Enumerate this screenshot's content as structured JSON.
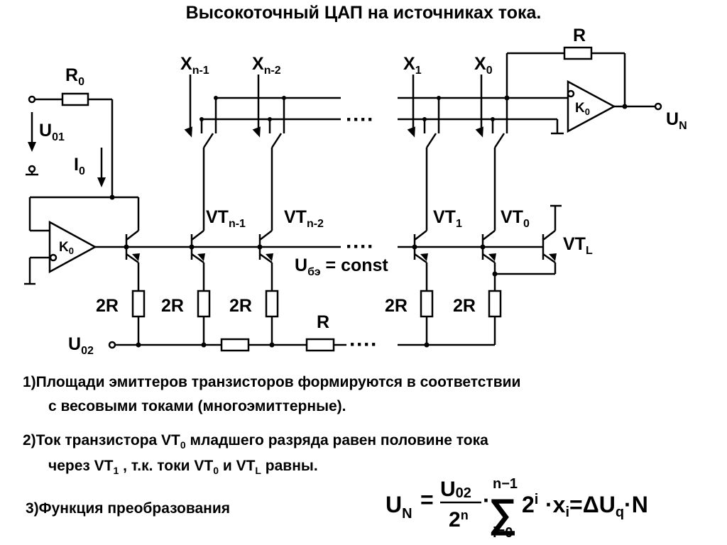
{
  "title": "Высокоточный ЦАП  на источниках тока.",
  "labels": {
    "R0": "R",
    "R0_sub": "0",
    "U01": "U",
    "U01_sub": "01",
    "I0": "I",
    "I0_sub": "0",
    "K0_left": "K",
    "K0_left_sub": "0",
    "K0_right": "K",
    "K0_right_sub": "0",
    "R_fb": "R",
    "UN": "U",
    "UN_sub": "N",
    "Xn1": "X",
    "Xn1_sub": "n-1",
    "Xn2": "X",
    "Xn2_sub": "n-2",
    "X1": "X",
    "X1_sub": "1",
    "X0": "X",
    "X0_sub": "0",
    "VTn1": "VT",
    "VTn1_sub": "n-1",
    "VTn2": "VT",
    "VTn2_sub": "n-2",
    "VT1": "VT",
    "VT1_sub": "1",
    "VT0": "VT",
    "VT0_sub": "0",
    "VTL": "VT",
    "VTL_sub": "L",
    "Ube": "U",
    "Ube_sub": "бэ",
    "Ube_rest": " = const",
    "r2R": "2R",
    "R_ladder": "R",
    "U02": "U",
    "U02_sub": "02",
    "dots": "····"
  },
  "notes": {
    "n1_line1": "1)Площади эмиттеров транзисторов формируются в соответствии",
    "n1_line2": "с весовыми  токами  (многоэмиттерные).",
    "n2_line1_a": "2)Ток транзистора VT",
    "n2_line1_sub": "0",
    "n2_line1_b": "  младшего разряда равен половине тока",
    "n2_line2_a": "через VT",
    "n2_line2_sub1": "1",
    "n2_line2_b": " , т.к. токи VT",
    "n2_line2_sub2": "0",
    "n2_line2_c": " и VT",
    "n2_line2_sub3": "L",
    "n2_line2_d": " равны.",
    "n3": "3)Функция преобразования"
  },
  "formula": {
    "lhs": "U",
    "lhs_sub": "N",
    "eq": "=",
    "num": "U",
    "num_sub": "02",
    "den": "2",
    "den_sup": "n",
    "dot": "·",
    "upper": "n−1",
    "sigma": "∑",
    "lower": "i=0",
    "term": "2",
    "term_sup": "i",
    "x": "·x",
    "x_sub": "i",
    "rhs": "=ΔU",
    "rhs_sub": "q",
    "rhs_end": "·N"
  }
}
